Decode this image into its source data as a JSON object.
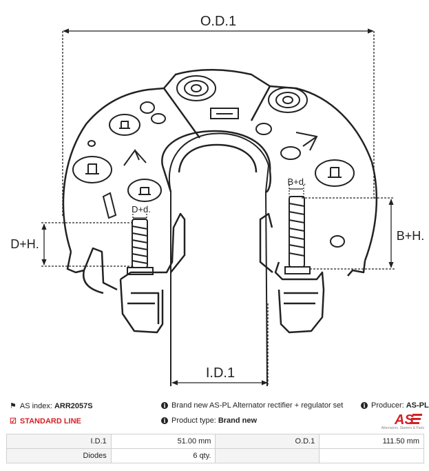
{
  "drawing_labels": {
    "od1": "O.D.1",
    "id1": "I.D.1",
    "dh": "D+H.",
    "dd": "D+d.",
    "bd": "B+d.",
    "bh": "B+H."
  },
  "info": {
    "as_index_label": "AS index:",
    "as_index_value": "ARR2057S",
    "description": "Brand new AS-PL Alternator rectifier + regulator set",
    "producer_label": "Producer:",
    "producer_value": "AS-PL",
    "standard_line": "STANDARD LINE",
    "product_type_label": "Product type:",
    "product_type_value": "Brand new"
  },
  "logo": {
    "text": "AS",
    "tagline": "Alternators, Starters & Parts",
    "color": "#d32027"
  },
  "spec_table": [
    [
      "I.D.1",
      "51.00 mm",
      "O.D.1",
      "111.50 mm"
    ],
    [
      "Diodes",
      "6 qty.",
      "",
      ""
    ]
  ]
}
